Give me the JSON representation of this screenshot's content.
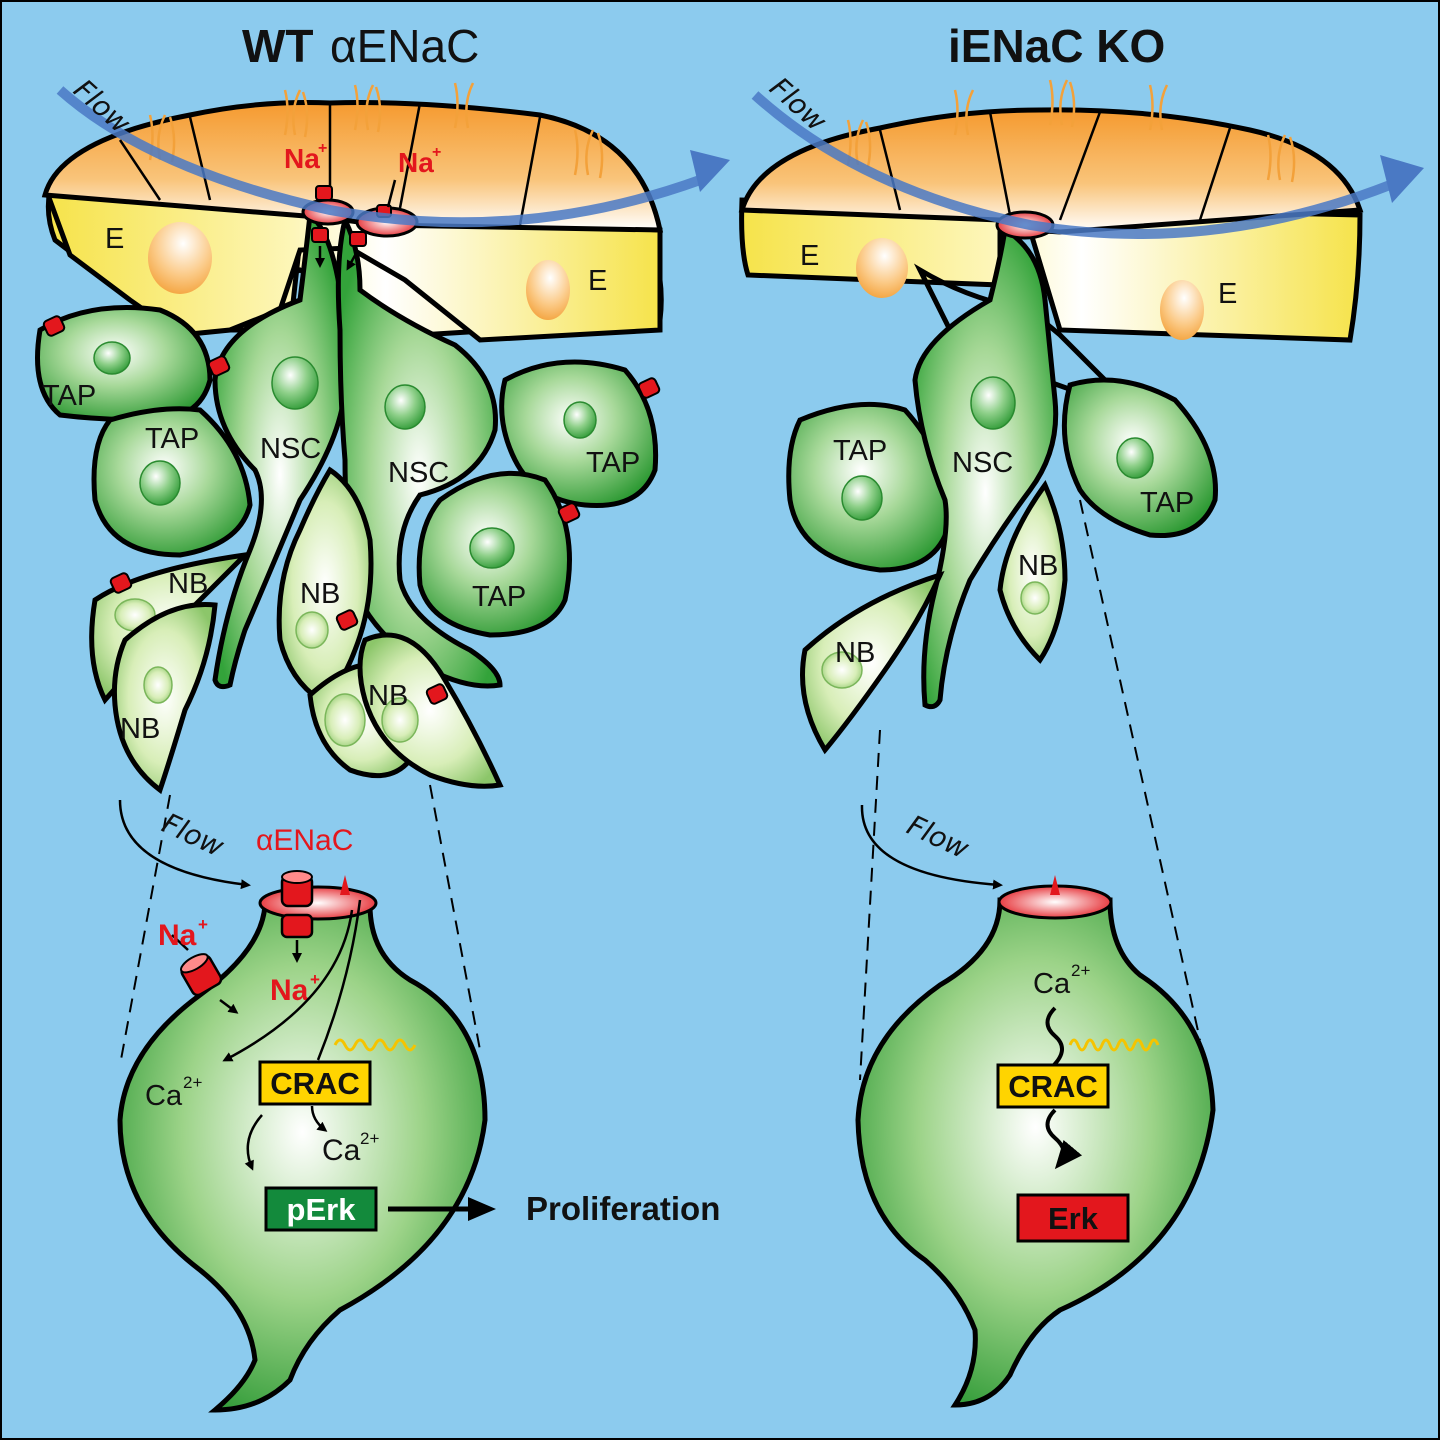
{
  "panels": {
    "left": {
      "title_prefix": "WT",
      "title_main": "αENaC",
      "na_labels": [
        "Na",
        "Na"
      ],
      "na_superscript": "+",
      "cell_labels": {
        "e1": "E",
        "e2": "E",
        "tap1": "TAP",
        "tap2": "TAP",
        "tap3": "TAP",
        "tap4": "TAP",
        "nsc1": "NSC",
        "nsc2": "NSC",
        "nb1": "NB",
        "nb2": "NB",
        "nb3": "NB",
        "nb4": "NB"
      },
      "flow_top": "Flow",
      "flow_bottom": "Flow",
      "zoom": {
        "channel_label": "αENaC",
        "na_left": "Na",
        "na_center": "Na",
        "na_superscript": "+",
        "ca_left": "Ca",
        "ca_right": "Ca",
        "ca_superscript": "2+",
        "crac": "CRAC",
        "perk": "pErk",
        "proliferation": "Proliferation"
      }
    },
    "right": {
      "title": "iENaC KO",
      "cell_labels": {
        "e1": "E",
        "e2": "E",
        "tap1": "TAP",
        "tap2": "TAP",
        "nsc": "NSC",
        "nb1": "NB",
        "nb2": "NB"
      },
      "flow_top": "Flow",
      "flow_bottom": "Flow",
      "zoom": {
        "ca": "Ca",
        "ca_superscript": "2+",
        "crac": "CRAC",
        "erk": "Erk"
      }
    }
  },
  "colors": {
    "background": "#8ccbee",
    "green_cell": "#3fa33a",
    "ependymal_orange": "#f3a13a",
    "ependymal_yellow": "#fbee7c",
    "channel_red": "#e3171d",
    "flow_arrow": "#4a79c4",
    "crac_box": "#ffd400",
    "perk_box": "#138a3c",
    "erk_box": "#e3171d",
    "oscillation": "#f5c400"
  }
}
